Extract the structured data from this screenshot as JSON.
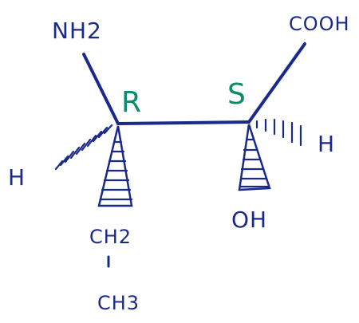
{
  "ink_color": "#1a2a8c",
  "stereo_color": "#0f8a6a",
  "carbon_left": {
    "descriptor": "R",
    "top_group": "NH2",
    "side_group": "H",
    "bottom_group_line1": "CH2",
    "bottom_group_line2": "CH3"
  },
  "carbon_right": {
    "descriptor": "S",
    "top_group": "COOH",
    "side_group": "H",
    "bottom_group": "OH"
  }
}
